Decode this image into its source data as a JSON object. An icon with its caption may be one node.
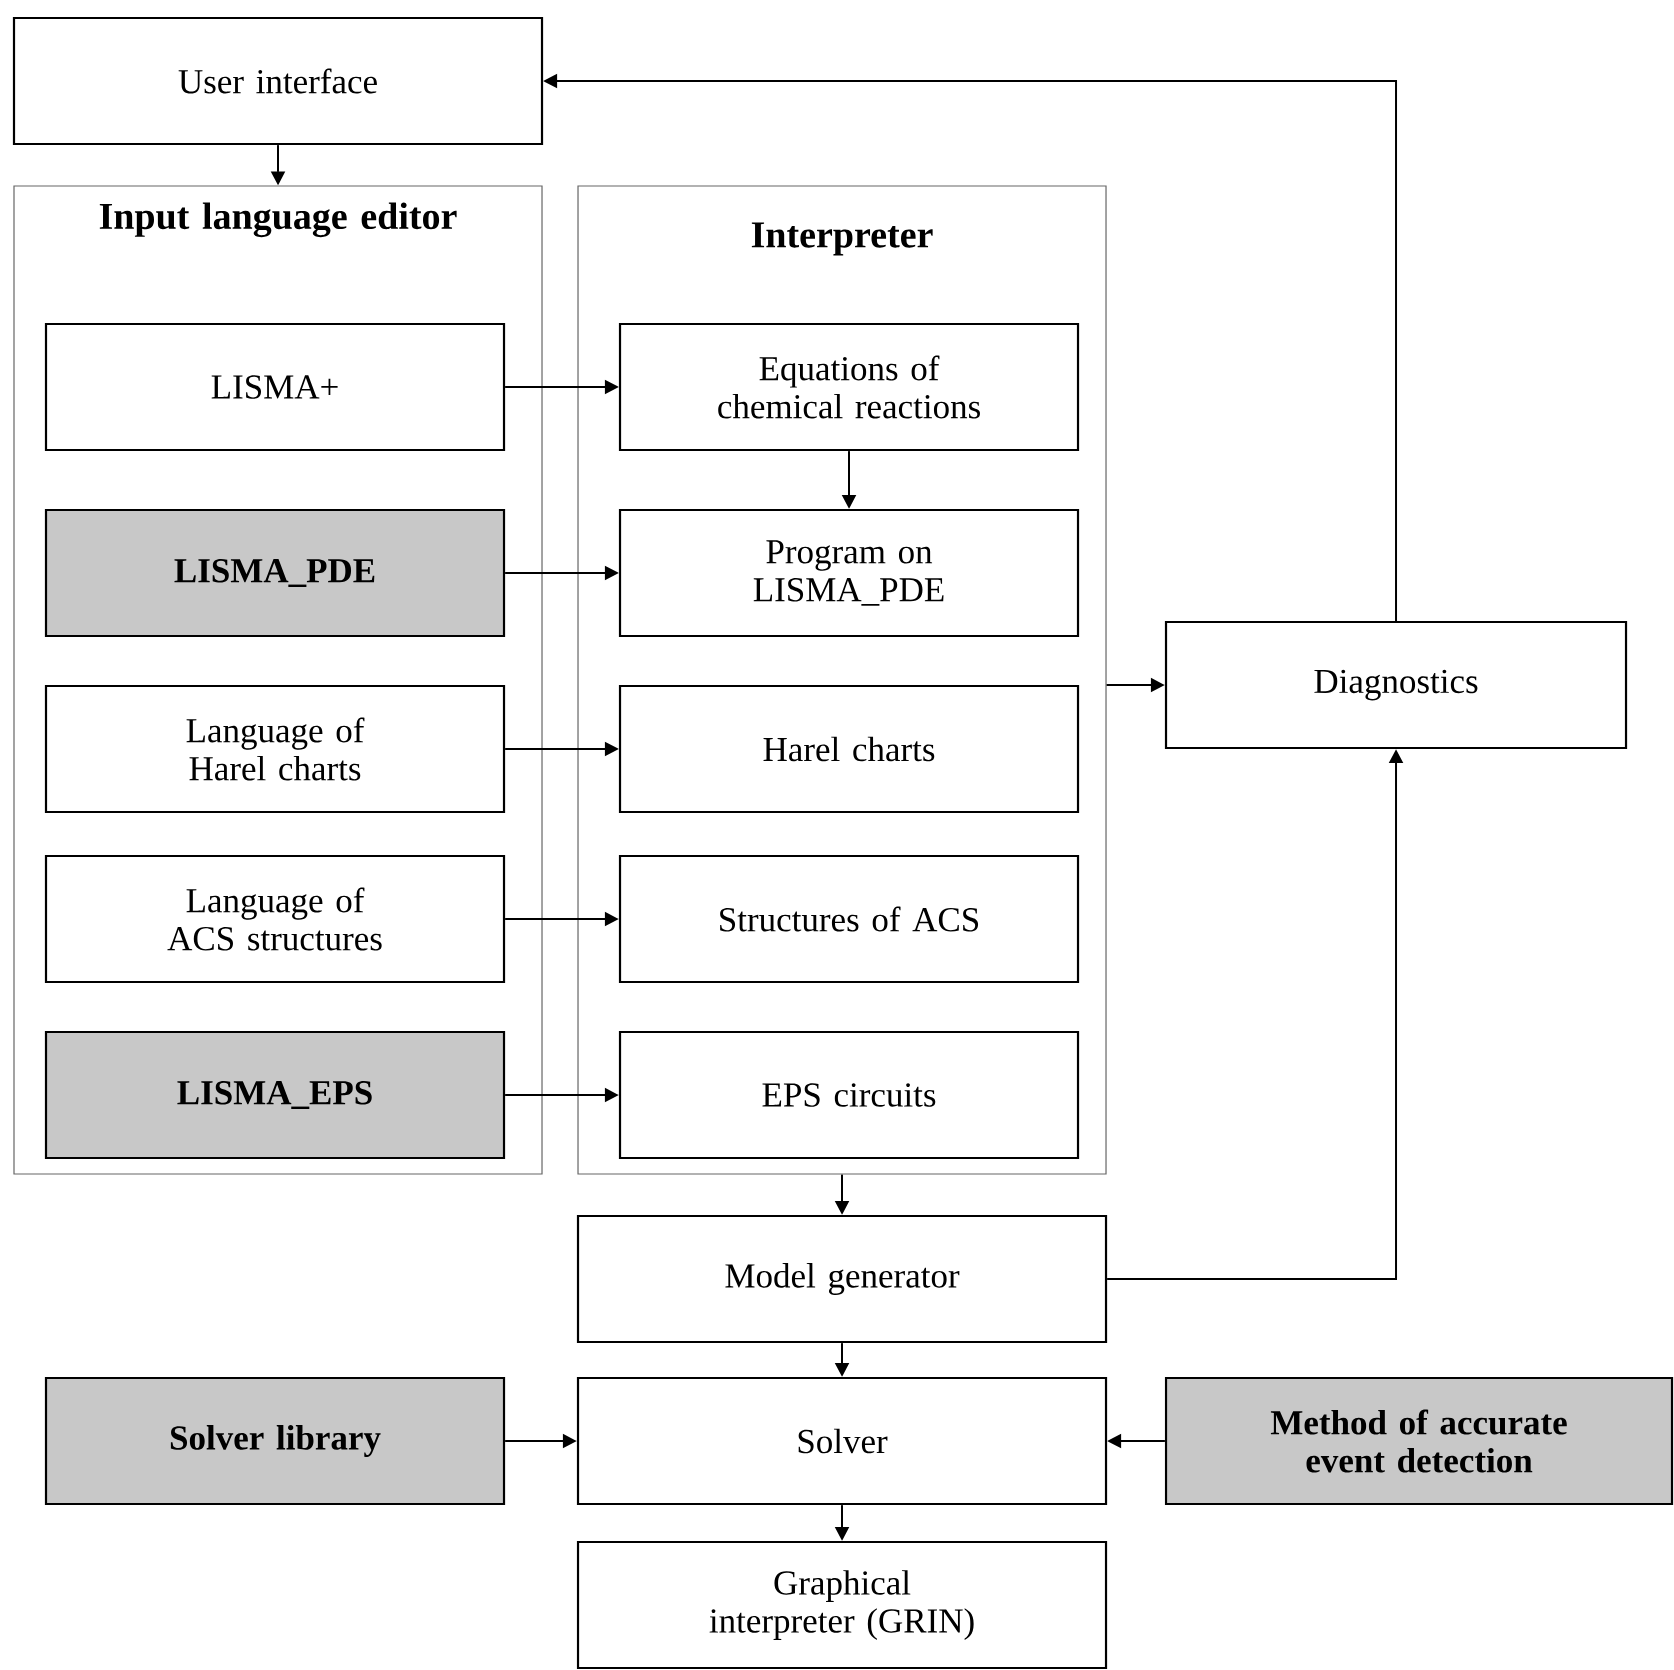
{
  "diagram": {
    "nodes": [
      {
        "text": [
          "User interface"
        ]
      },
      {
        "text": [
          "Input language editor"
        ]
      },
      {
        "text": [
          "Interpreter"
        ]
      },
      {
        "text": [
          "LISMA+"
        ],
        "in": 1
      },
      {
        "text": [
          "Equations of chemical reactions"
        ],
        "in": 2
      },
      {
        "text": [
          "LISMA_PDE"
        ],
        "in": 1
      },
      {
        "text": [
          "Program on LISMA_PDE"
        ],
        "in": 2
      },
      {
        "text": [
          "Language of Harel charts"
        ],
        "in": 1
      },
      {
        "text": [
          "Harel charts"
        ],
        "in": 2
      },
      {
        "text": [
          "Language of ACS structures"
        ],
        "in": 1
      },
      {
        "text": [
          "Structures of ACS"
        ],
        "in": 2
      },
      {
        "text": [
          "LISMA_EPS"
        ],
        "in": 1
      },
      {
        "text": [
          "EPS circuits"
        ],
        "in": 2
      },
      {
        "text": [
          "Diagnostics"
        ]
      },
      {
        "text": [
          "Model generator"
        ]
      },
      {
        "text": [
          "Solver library"
        ]
      },
      {
        "text": [
          "Solver"
        ]
      },
      {
        "text": [
          "Method of accurate event detection"
        ]
      },
      {
        "text": [
          "Graphical interpreter (GRIN)"
        ]
      }
    ],
    "edges": [
      {
        "from": 0,
        "to": 1,
        "arrow": "to"
      },
      {
        "from": 3,
        "to": 4,
        "arrow": "to"
      },
      {
        "from": 4,
        "to": 6,
        "arrow": "to"
      },
      {
        "from": 5,
        "to": 6,
        "arrow": "to"
      },
      {
        "from": 7,
        "to": 8,
        "arrow": "to"
      },
      {
        "from": 9,
        "to": 10,
        "arrow": "to"
      },
      {
        "from": 11,
        "to": 12,
        "arrow": "to"
      },
      {
        "from": 2,
        "to": 13,
        "arrow": "to"
      },
      {
        "from": 13,
        "to": 0,
        "arrow": "to"
      },
      {
        "from": 2,
        "to": 14,
        "arrow": "to"
      },
      {
        "from": 14,
        "to": 13,
        "arrow": "to"
      },
      {
        "from": 14,
        "to": 16,
        "arrow": "to"
      },
      {
        "from": 15,
        "to": 16,
        "arrow": "to"
      },
      {
        "from": 17,
        "to": 16,
        "arrow": "to"
      },
      {
        "from": 16,
        "to": 18,
        "arrow": "to"
      }
    ]
  }
}
